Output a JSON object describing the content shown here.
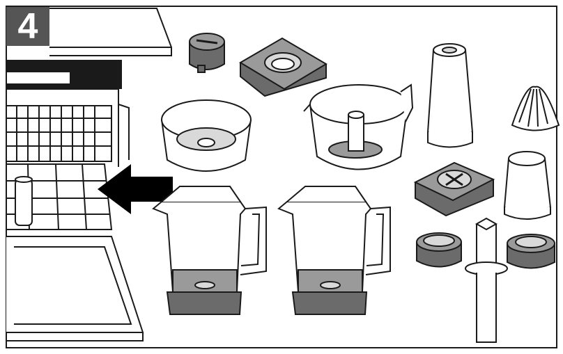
{
  "step": {
    "number": "4"
  },
  "colors": {
    "outline": "#1a1a1a",
    "badge_bg": "#555555",
    "badge_text": "#ffffff",
    "dark_part": "#6b6b6b",
    "mid_part": "#9a9a9a",
    "light_part": "#d9d9d9",
    "arrow": "#000000"
  },
  "illustration": {
    "scene": "dishwasher-top-rack",
    "arrow_direction": "left",
    "parts": [
      "lid-cap",
      "feed-chute-lid",
      "citrus-strainer-basket",
      "juicer-bowl",
      "single-serve-cup-tall",
      "citrus-reamer-cone",
      "blade-assembly-base",
      "single-serve-cup-short",
      "pitcher-left",
      "pitcher-right",
      "cup-lid-left",
      "cup-lid-right",
      "tamper"
    ]
  }
}
